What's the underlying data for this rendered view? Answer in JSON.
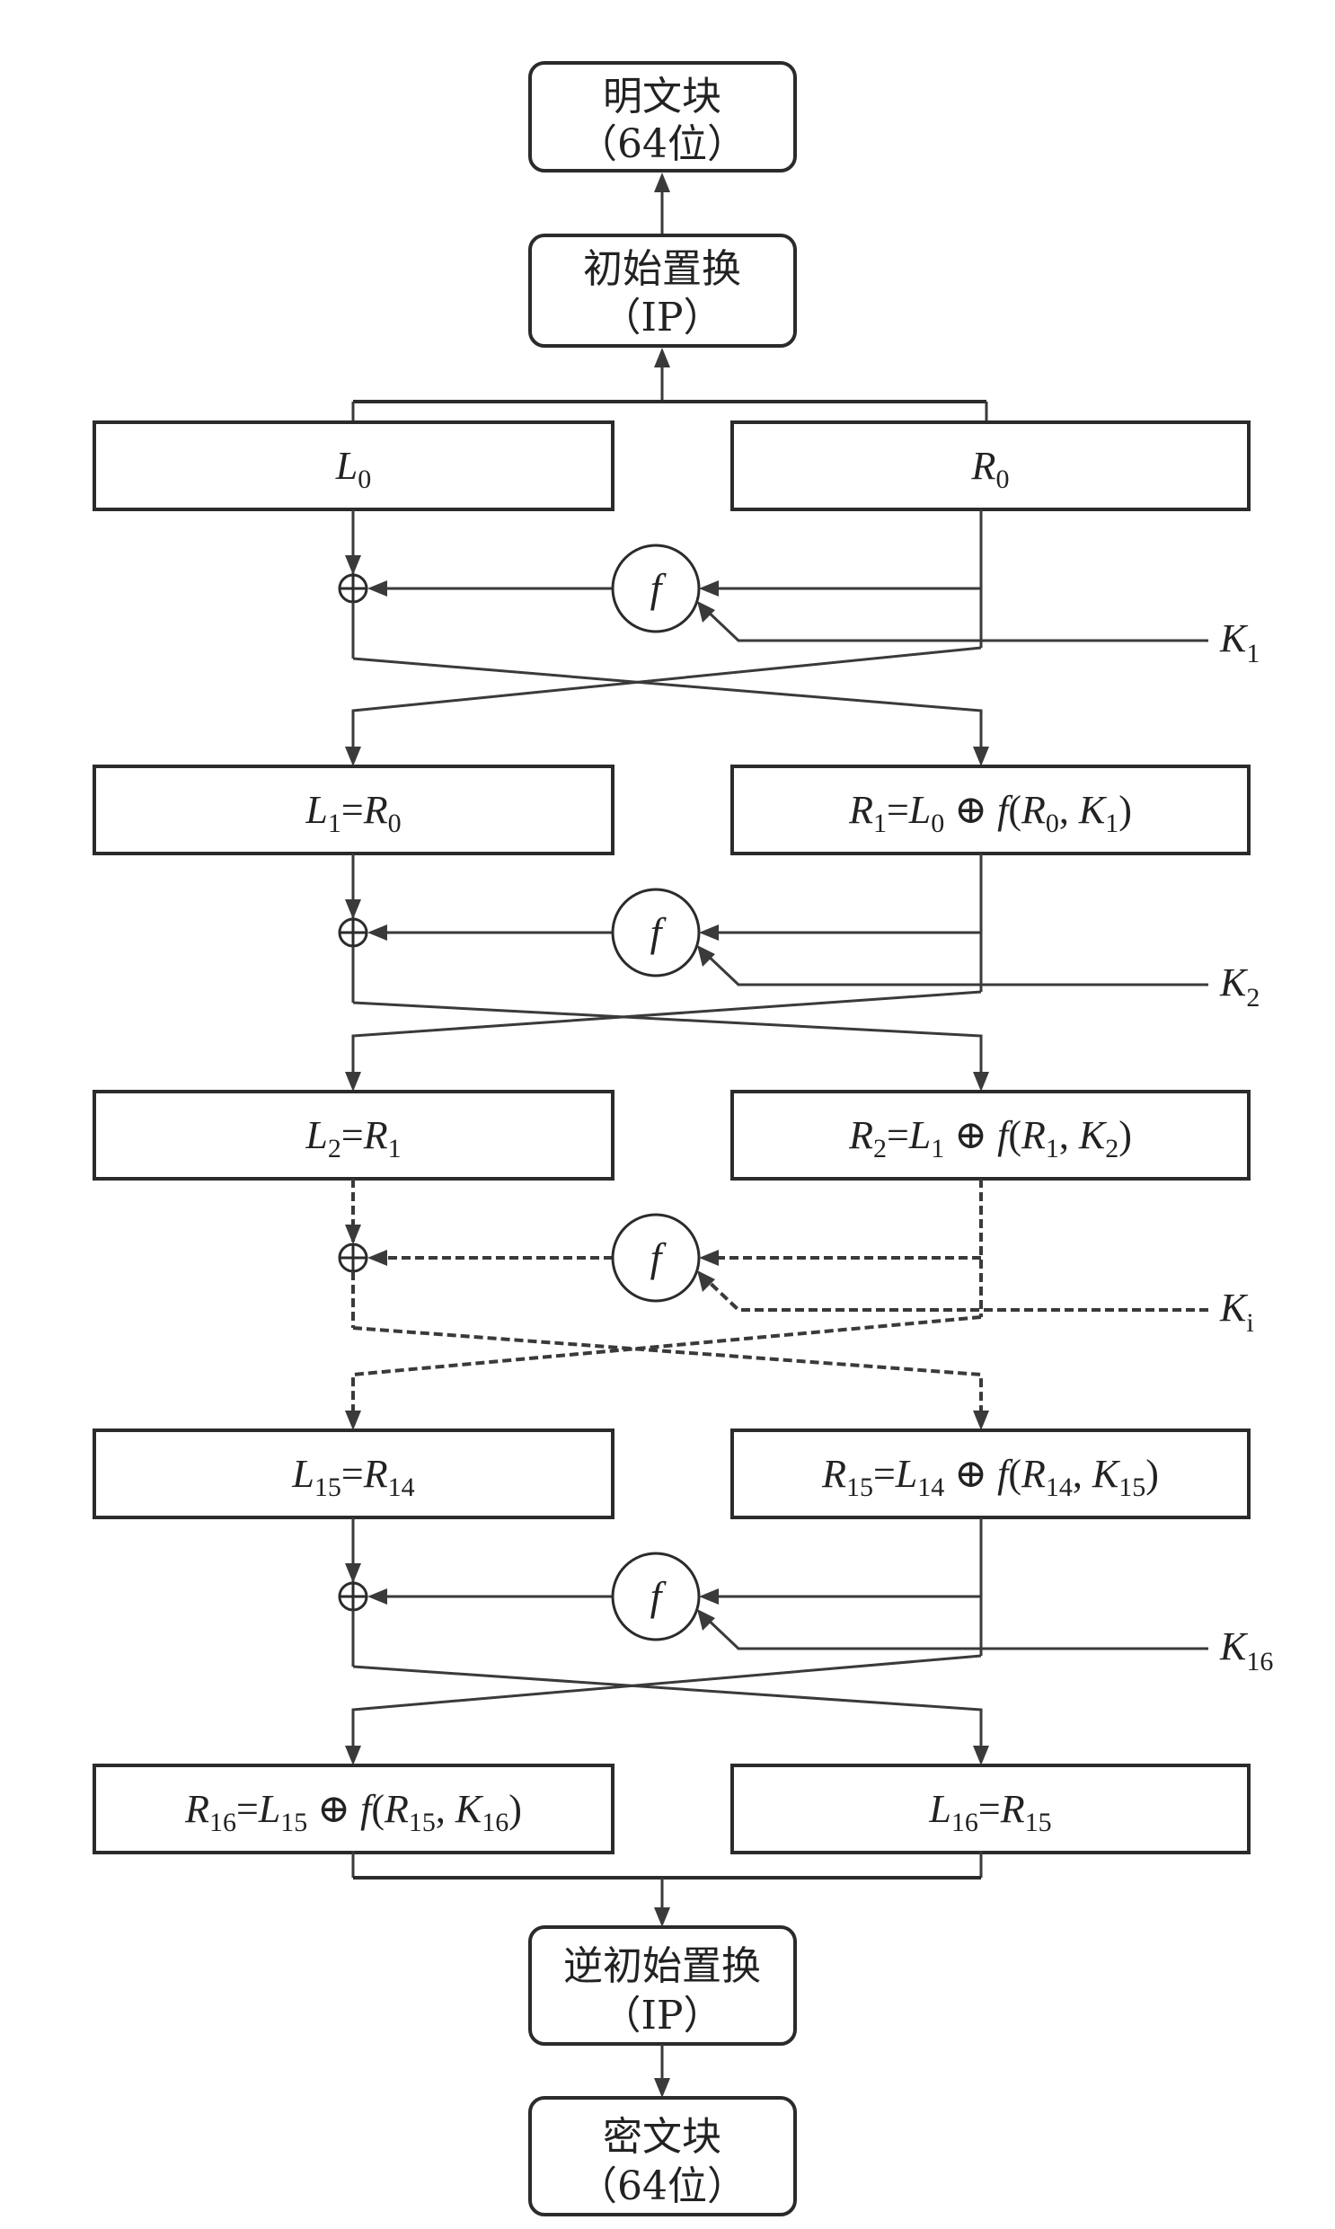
{
  "title": "DES encryption structure (16-round Feistel network)",
  "top": {
    "plaintext": {
      "line1": "明文块",
      "line2": "（64位）"
    },
    "initial_permutation": {
      "line1": "初始置换",
      "line2": "（IP）"
    }
  },
  "bottom": {
    "inverse_permutation": {
      "line1": "逆初始置换",
      "line2": "（IP）"
    },
    "ciphertext": {
      "line1": "密文块",
      "line2": "（64位）"
    }
  },
  "function_symbol": "f",
  "xor_symbol": "⊕",
  "rows": [
    {
      "left": [
        {
          "t": "L"
        },
        {
          "s": "0"
        }
      ],
      "right": [
        {
          "t": "R"
        },
        {
          "s": "0"
        }
      ],
      "key": {
        "t": "K",
        "s": "1"
      },
      "style": "solid"
    },
    {
      "left": [
        {
          "t": "L"
        },
        {
          "s": "1"
        },
        {
          "o": "="
        },
        {
          "t": "R"
        },
        {
          "s": "0"
        }
      ],
      "right": [
        {
          "t": "R"
        },
        {
          "s": "1"
        },
        {
          "o": "="
        },
        {
          "t": "L"
        },
        {
          "s": "0"
        },
        {
          "o": " ⊕ "
        },
        {
          "t": "f"
        },
        {
          "o": "("
        },
        {
          "t": "R"
        },
        {
          "s": "0"
        },
        {
          "o": ", "
        },
        {
          "t": "K"
        },
        {
          "s": "1"
        },
        {
          "o": ")"
        }
      ],
      "key": {
        "t": "K",
        "s": "2"
      },
      "style": "solid"
    },
    {
      "left": [
        {
          "t": "L"
        },
        {
          "s": "2"
        },
        {
          "o": "="
        },
        {
          "t": "R"
        },
        {
          "s": "1"
        }
      ],
      "right": [
        {
          "t": "R"
        },
        {
          "s": "2"
        },
        {
          "o": "="
        },
        {
          "t": "L"
        },
        {
          "s": "1"
        },
        {
          "o": " ⊕ "
        },
        {
          "t": "f"
        },
        {
          "o": "("
        },
        {
          "t": "R"
        },
        {
          "s": "1"
        },
        {
          "o": ", "
        },
        {
          "t": "K"
        },
        {
          "s": "2"
        },
        {
          "o": ")"
        }
      ],
      "key": {
        "t": "K",
        "s": "i"
      },
      "style": "dashed"
    },
    {
      "left": [
        {
          "t": "L"
        },
        {
          "s": "15"
        },
        {
          "o": "="
        },
        {
          "t": "R"
        },
        {
          "s": "14"
        }
      ],
      "right": [
        {
          "t": "R"
        },
        {
          "s": "15"
        },
        {
          "o": "="
        },
        {
          "t": "L"
        },
        {
          "s": "14"
        },
        {
          "o": " ⊕ "
        },
        {
          "t": "f"
        },
        {
          "o": "("
        },
        {
          "t": "R"
        },
        {
          "s": "14"
        },
        {
          "o": ", "
        },
        {
          "t": "K"
        },
        {
          "s": "15"
        },
        {
          "o": ")"
        }
      ],
      "key": {
        "t": "K",
        "s": "16"
      },
      "style": "solid"
    }
  ],
  "final_row": {
    "left": [
      {
        "t": "R"
      },
      {
        "s": "16"
      },
      {
        "o": "="
      },
      {
        "t": "L"
      },
      {
        "s": "15"
      },
      {
        "o": " ⊕ "
      },
      {
        "t": "f"
      },
      {
        "o": "("
      },
      {
        "t": "R"
      },
      {
        "s": "15"
      },
      {
        "o": ", "
      },
      {
        "t": "K"
      },
      {
        "s": "16"
      },
      {
        "o": ")"
      }
    ],
    "right": [
      {
        "t": "L"
      },
      {
        "s": "16"
      },
      {
        "o": "="
      },
      {
        "t": "R"
      },
      {
        "s": "15"
      }
    ]
  }
}
